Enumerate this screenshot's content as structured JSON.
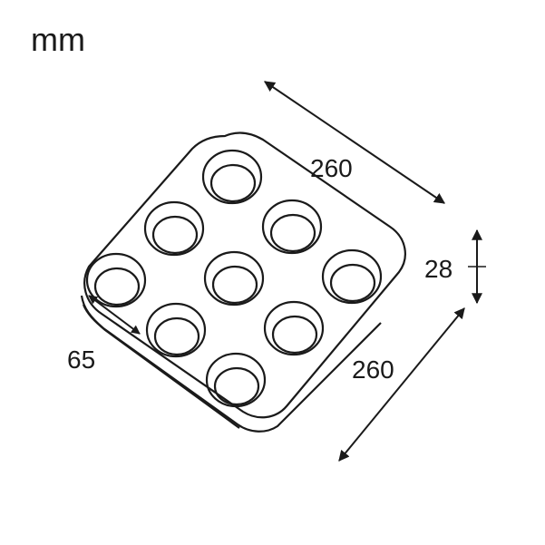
{
  "unit_label": "mm",
  "dimensions": {
    "length": "260",
    "width": "260",
    "height": "28",
    "cup_diameter": "65"
  },
  "tray": {
    "cup_count": 9,
    "rows": 3,
    "columns": 3
  },
  "colors": {
    "line": "#1a1a1a",
    "background": "#ffffff"
  }
}
